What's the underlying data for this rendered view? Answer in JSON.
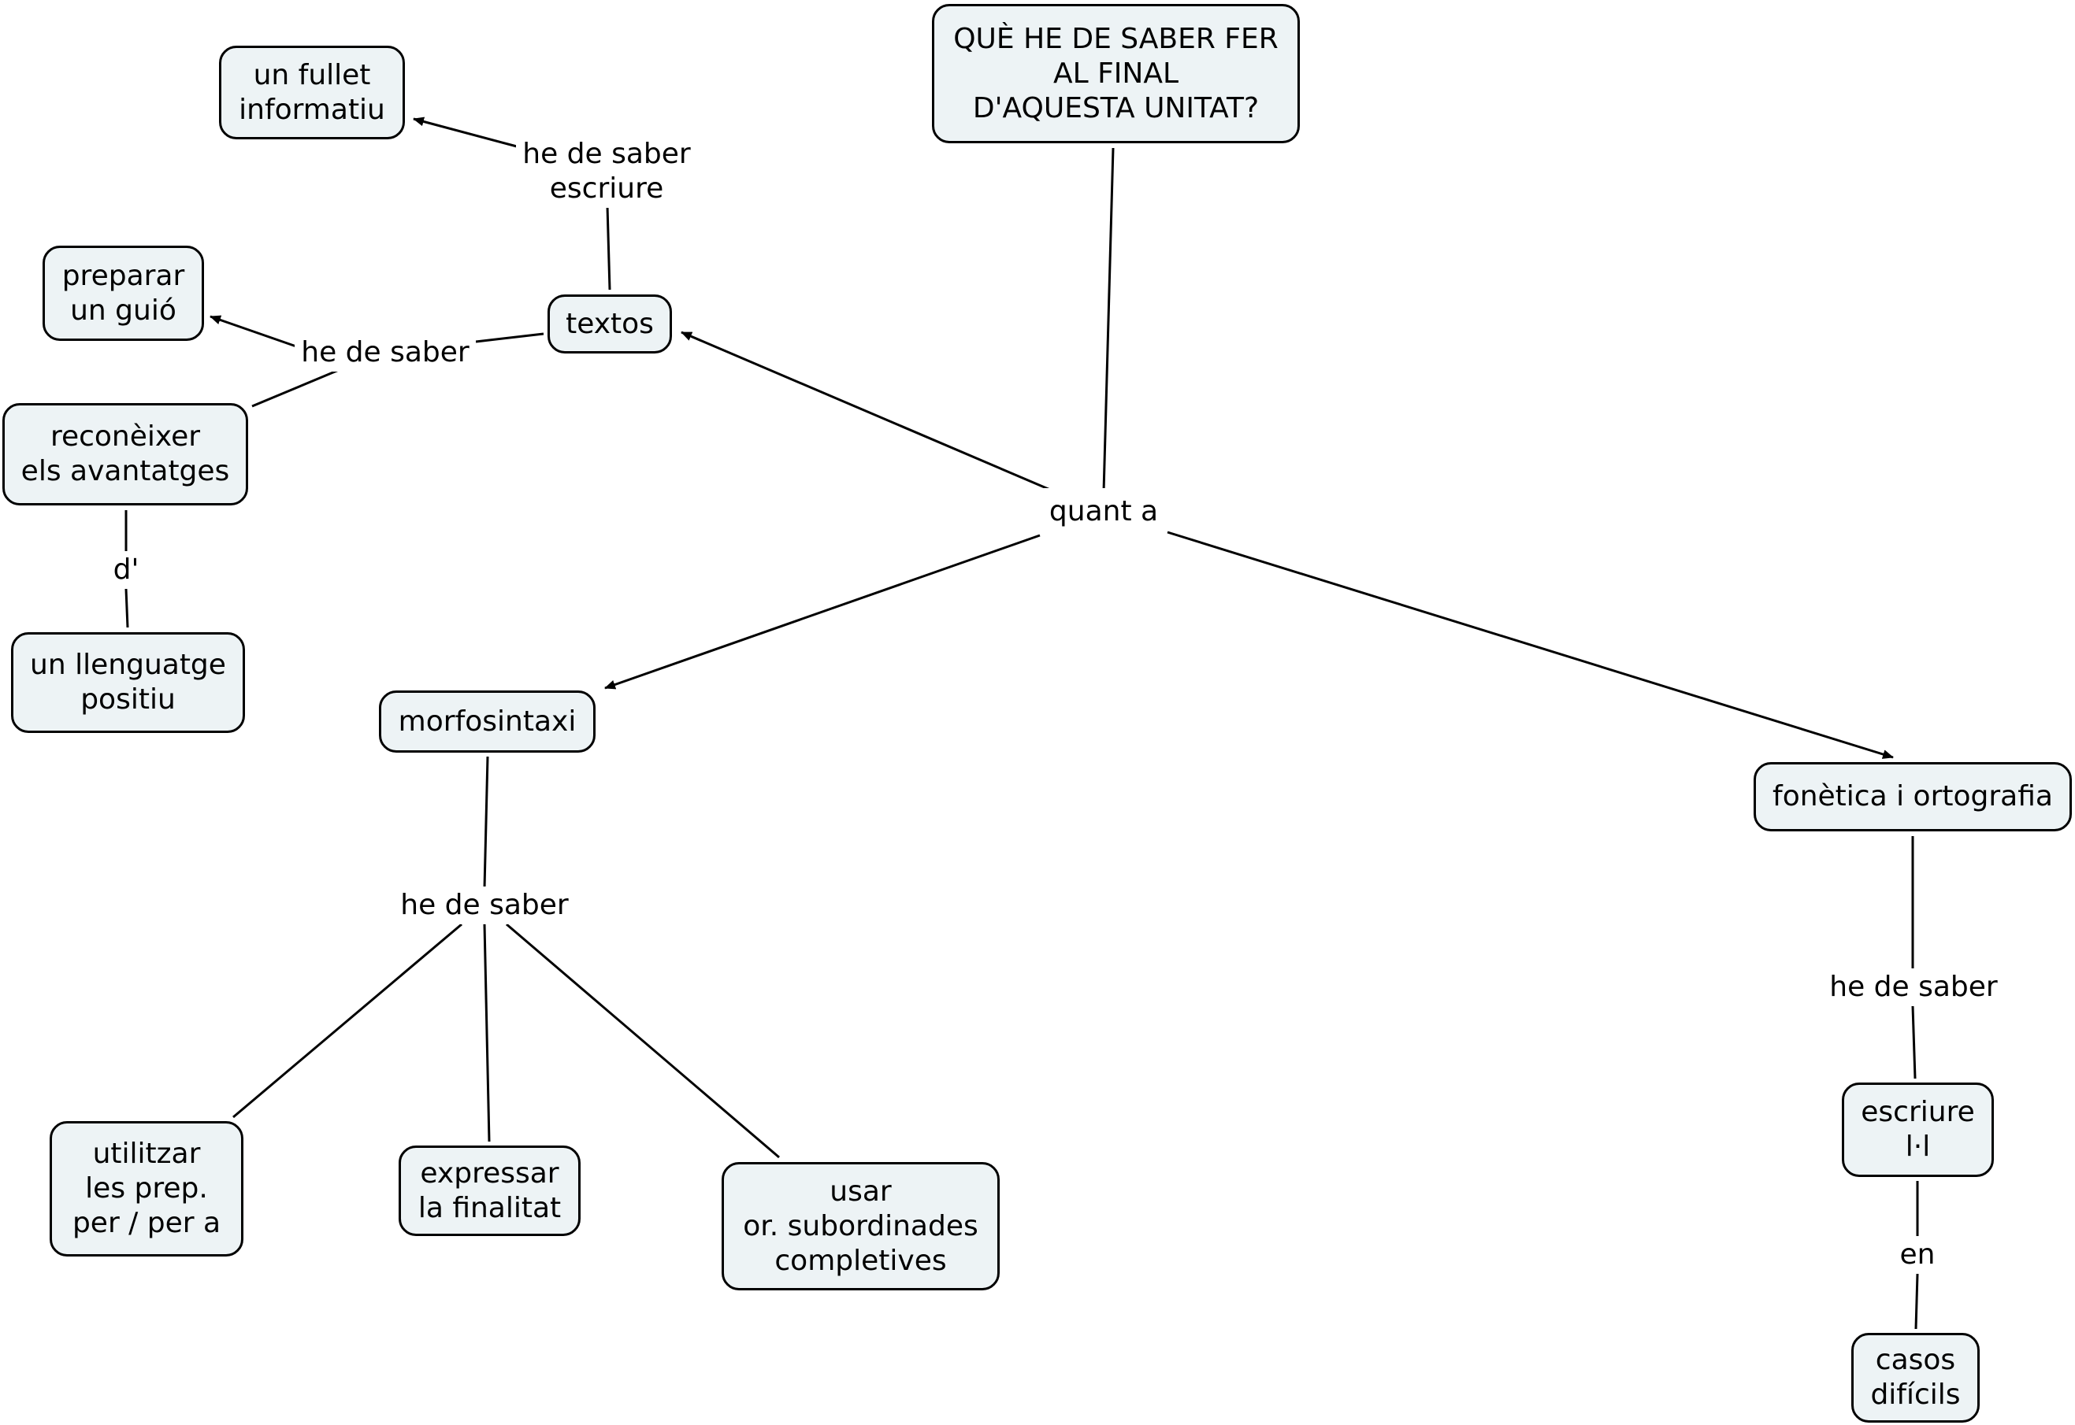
{
  "concept_map": {
    "colors": {
      "node_fill": "#edf3f5",
      "node_border": "#000000",
      "line": "#000000",
      "background": "#ffffff"
    },
    "nodes": {
      "root": [
        "QUÈ HE DE SABER FER",
        "AL FINAL",
        "D'AQUESTA UNITAT?"
      ],
      "textos": [
        "textos"
      ],
      "fullet": [
        "un fullet",
        "informatiu"
      ],
      "guio": [
        "preparar",
        "un guió"
      ],
      "avantatges": [
        "reconèixer",
        "els avantatges"
      ],
      "llenguatge": [
        "un llenguatge",
        "positiu"
      ],
      "morfosintaxi": [
        "morfosintaxi"
      ],
      "utilitzar": [
        "utilitzar",
        "les prep.",
        "per / per a"
      ],
      "expressar": [
        "expressar",
        "la finalitat"
      ],
      "usar": [
        "usar",
        "or. subordinades",
        "completives"
      ],
      "fonetica": [
        "fonètica i ortografia"
      ],
      "escriure": [
        "escriure",
        "l·l"
      ],
      "casos": [
        "casos",
        "difícils"
      ]
    },
    "links": {
      "quant_a": [
        "quant a"
      ],
      "escriure_link": [
        "he de saber",
        "escriure"
      ],
      "saber_textos": [
        "he de saber"
      ],
      "d": [
        "d'"
      ],
      "saber_morfo": [
        "he de saber"
      ],
      "saber_fonetica": [
        "he de saber"
      ],
      "en": [
        "en"
      ]
    }
  }
}
